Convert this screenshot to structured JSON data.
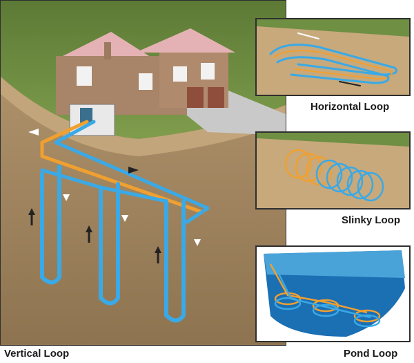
{
  "main": {
    "label": "Vertical Loop",
    "house_icon": "house-icon",
    "heat_pump_icon": "heat-pump-icon"
  },
  "insets": [
    {
      "label": "Horizontal Loop",
      "icon": "horizontal-loop-icon"
    },
    {
      "label": "Slinky Loop",
      "icon": "slinky-loop-icon"
    },
    {
      "label": "Pond Loop",
      "icon": "pond-loop-icon"
    }
  ],
  "colors": {
    "supply_pipe": "#f0a030",
    "return_pipe": "#3aa9e6",
    "grass": "#6f8f43",
    "soil": "#a88b63",
    "water": "#1b6fb3",
    "border": "#2f2f2f"
  }
}
